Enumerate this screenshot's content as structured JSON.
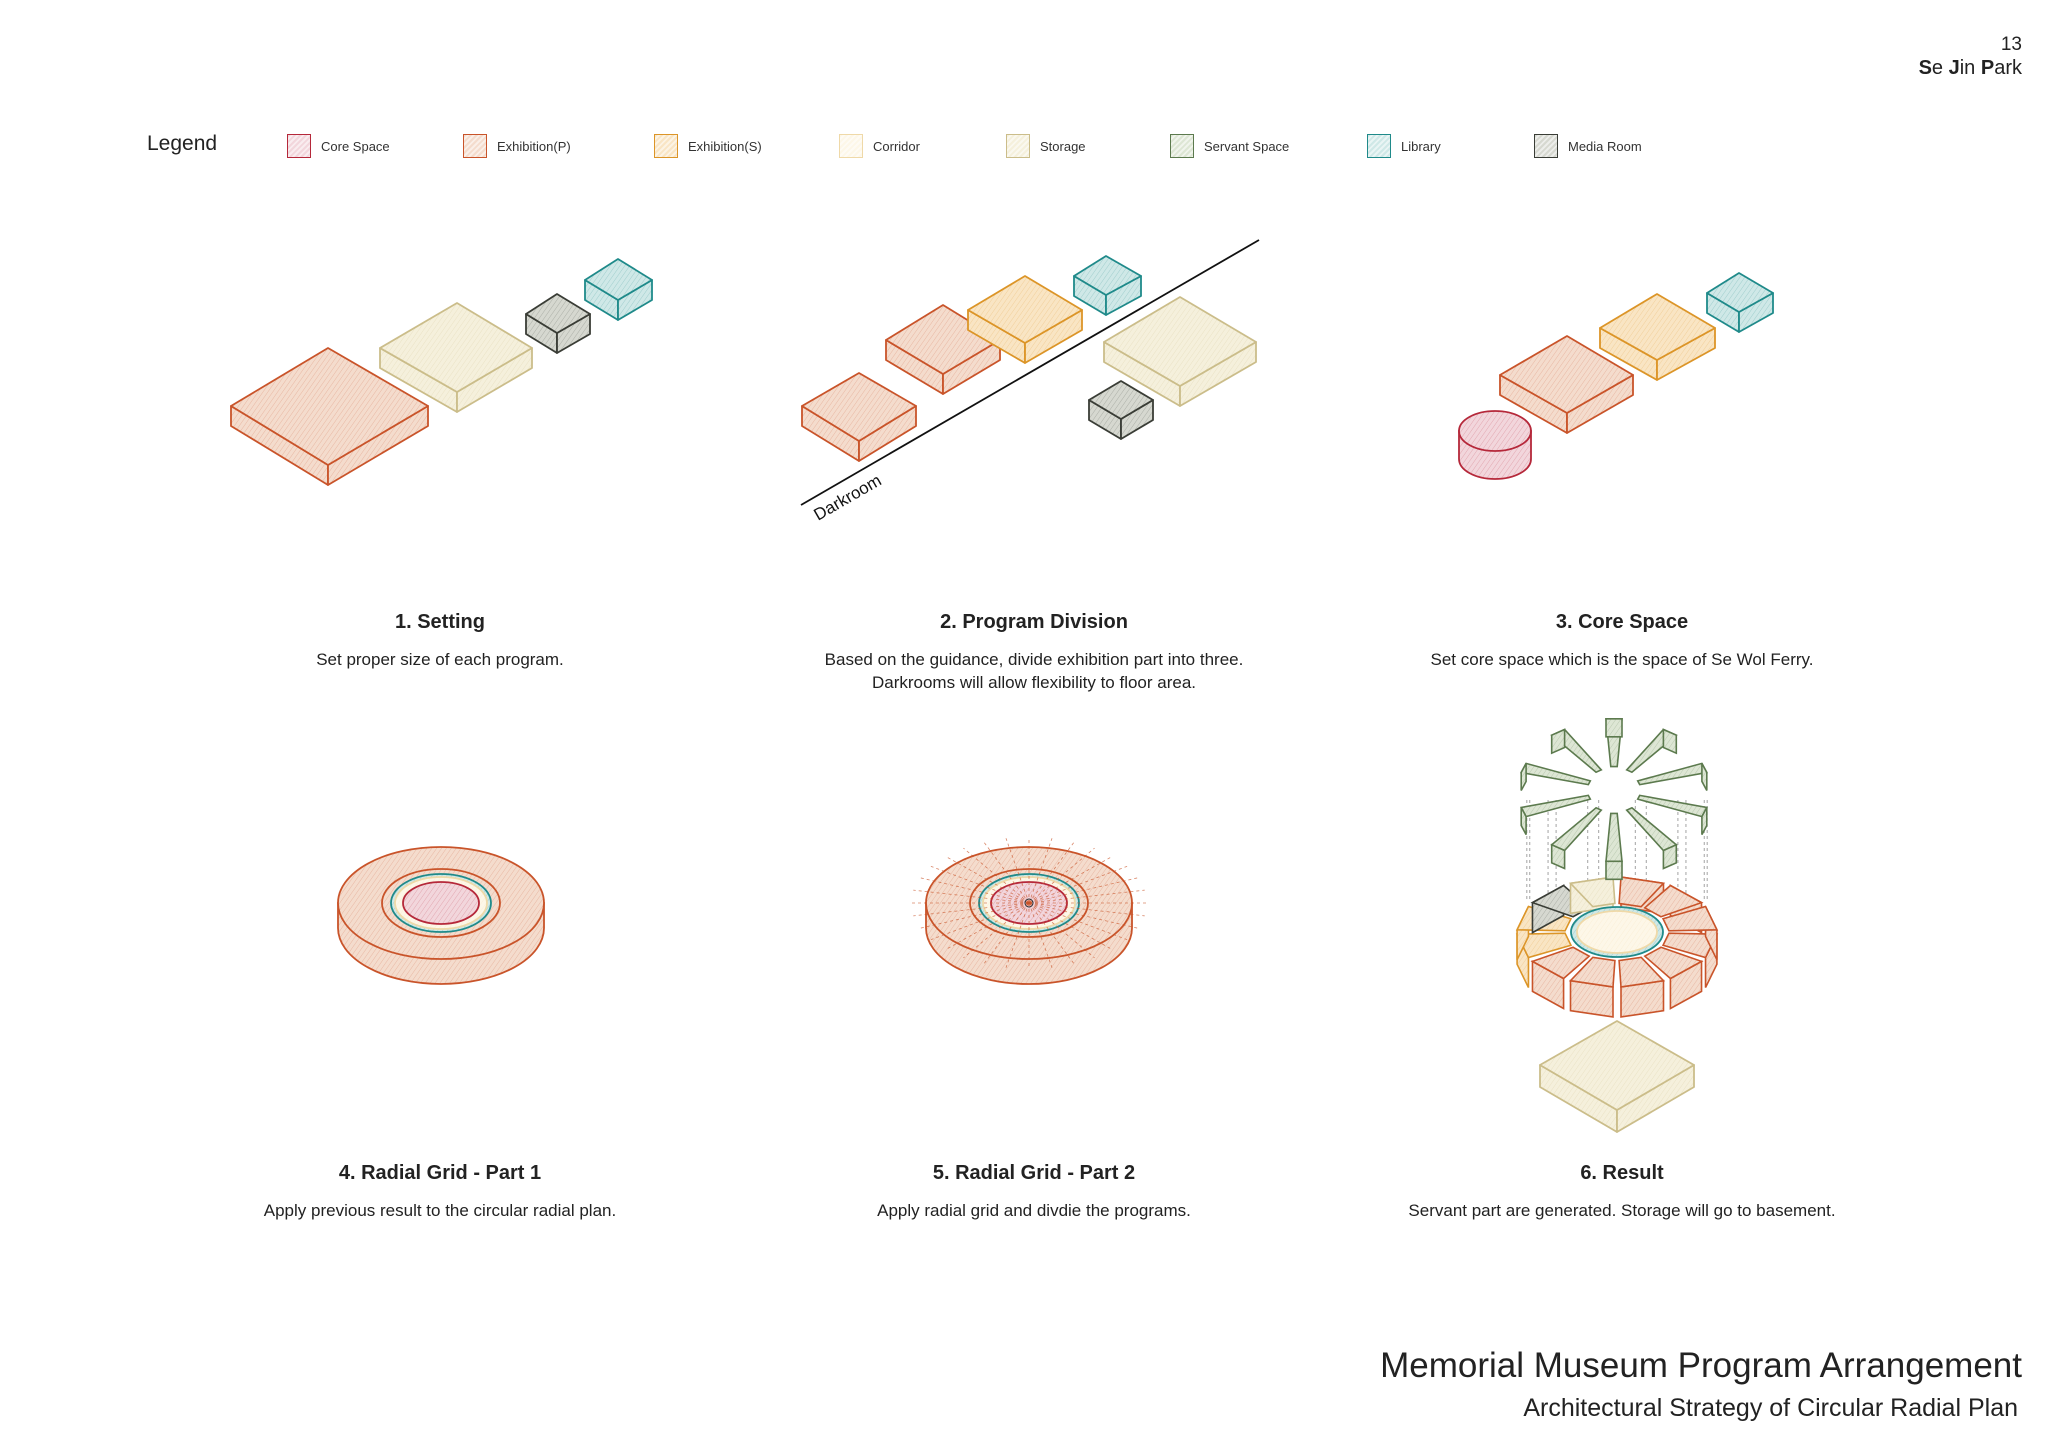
{
  "header": {
    "page_number": "13",
    "author_parts": [
      {
        "text": "S",
        "bold": true
      },
      {
        "text": "e ",
        "bold": false
      },
      {
        "text": "J",
        "bold": true
      },
      {
        "text": "in ",
        "bold": false
      },
      {
        "text": "P",
        "bold": true
      },
      {
        "text": "ark",
        "bold": false
      }
    ]
  },
  "legend": {
    "title": "Legend",
    "items": [
      {
        "label": "Core Space",
        "color": "#b5283a",
        "fill": "#f2d6dc"
      },
      {
        "label": "Exhibition(P)",
        "color": "#c9542a",
        "fill": "#f4dccd"
      },
      {
        "label": "Exhibition(S)",
        "color": "#dc9528",
        "fill": "#f9e5c4"
      },
      {
        "label": "Corridor",
        "color": "#efd9a8",
        "fill": "#fdf7e8"
      },
      {
        "label": "Storage",
        "color": "#cbbd8a",
        "fill": "#f5f0dc"
      },
      {
        "label": "Servant Space",
        "color": "#5c7a4e",
        "fill": "#dde6d4"
      },
      {
        "label": "Library",
        "color": "#1f8a8a",
        "fill": "#cfe8e7"
      },
      {
        "label": "Media Room",
        "color": "#3a3d36",
        "fill": "#d6d8d0"
      }
    ]
  },
  "steps": [
    {
      "title": "1. Setting",
      "description": [
        "Set proper size of each program."
      ]
    },
    {
      "title": "2. Program Division",
      "description": [
        "Based on the guidance, divide exhibition part into three.",
        "Darkrooms will allow flexibility to floor area."
      ]
    },
    {
      "title": "3. Core Space",
      "description": [
        "Set core space which is the space of Se Wol Ferry."
      ]
    },
    {
      "title": "4. Radial Grid - Part 1",
      "description": [
        "Apply previous result to the circular radial plan."
      ]
    },
    {
      "title": "5. Radial Grid - Part 2",
      "description": [
        "Apply radial grid and divdie the programs."
      ]
    },
    {
      "title": "6. Result",
      "description": [
        "Servant part are generated. Storage will go to basement."
      ]
    }
  ],
  "diagram_labels": {
    "darkroom": "Darkroom"
  },
  "footer": {
    "title": "Memorial Museum Program Arrangement",
    "subtitle": "Architectural Strategy of Circular Radial Plan"
  }
}
